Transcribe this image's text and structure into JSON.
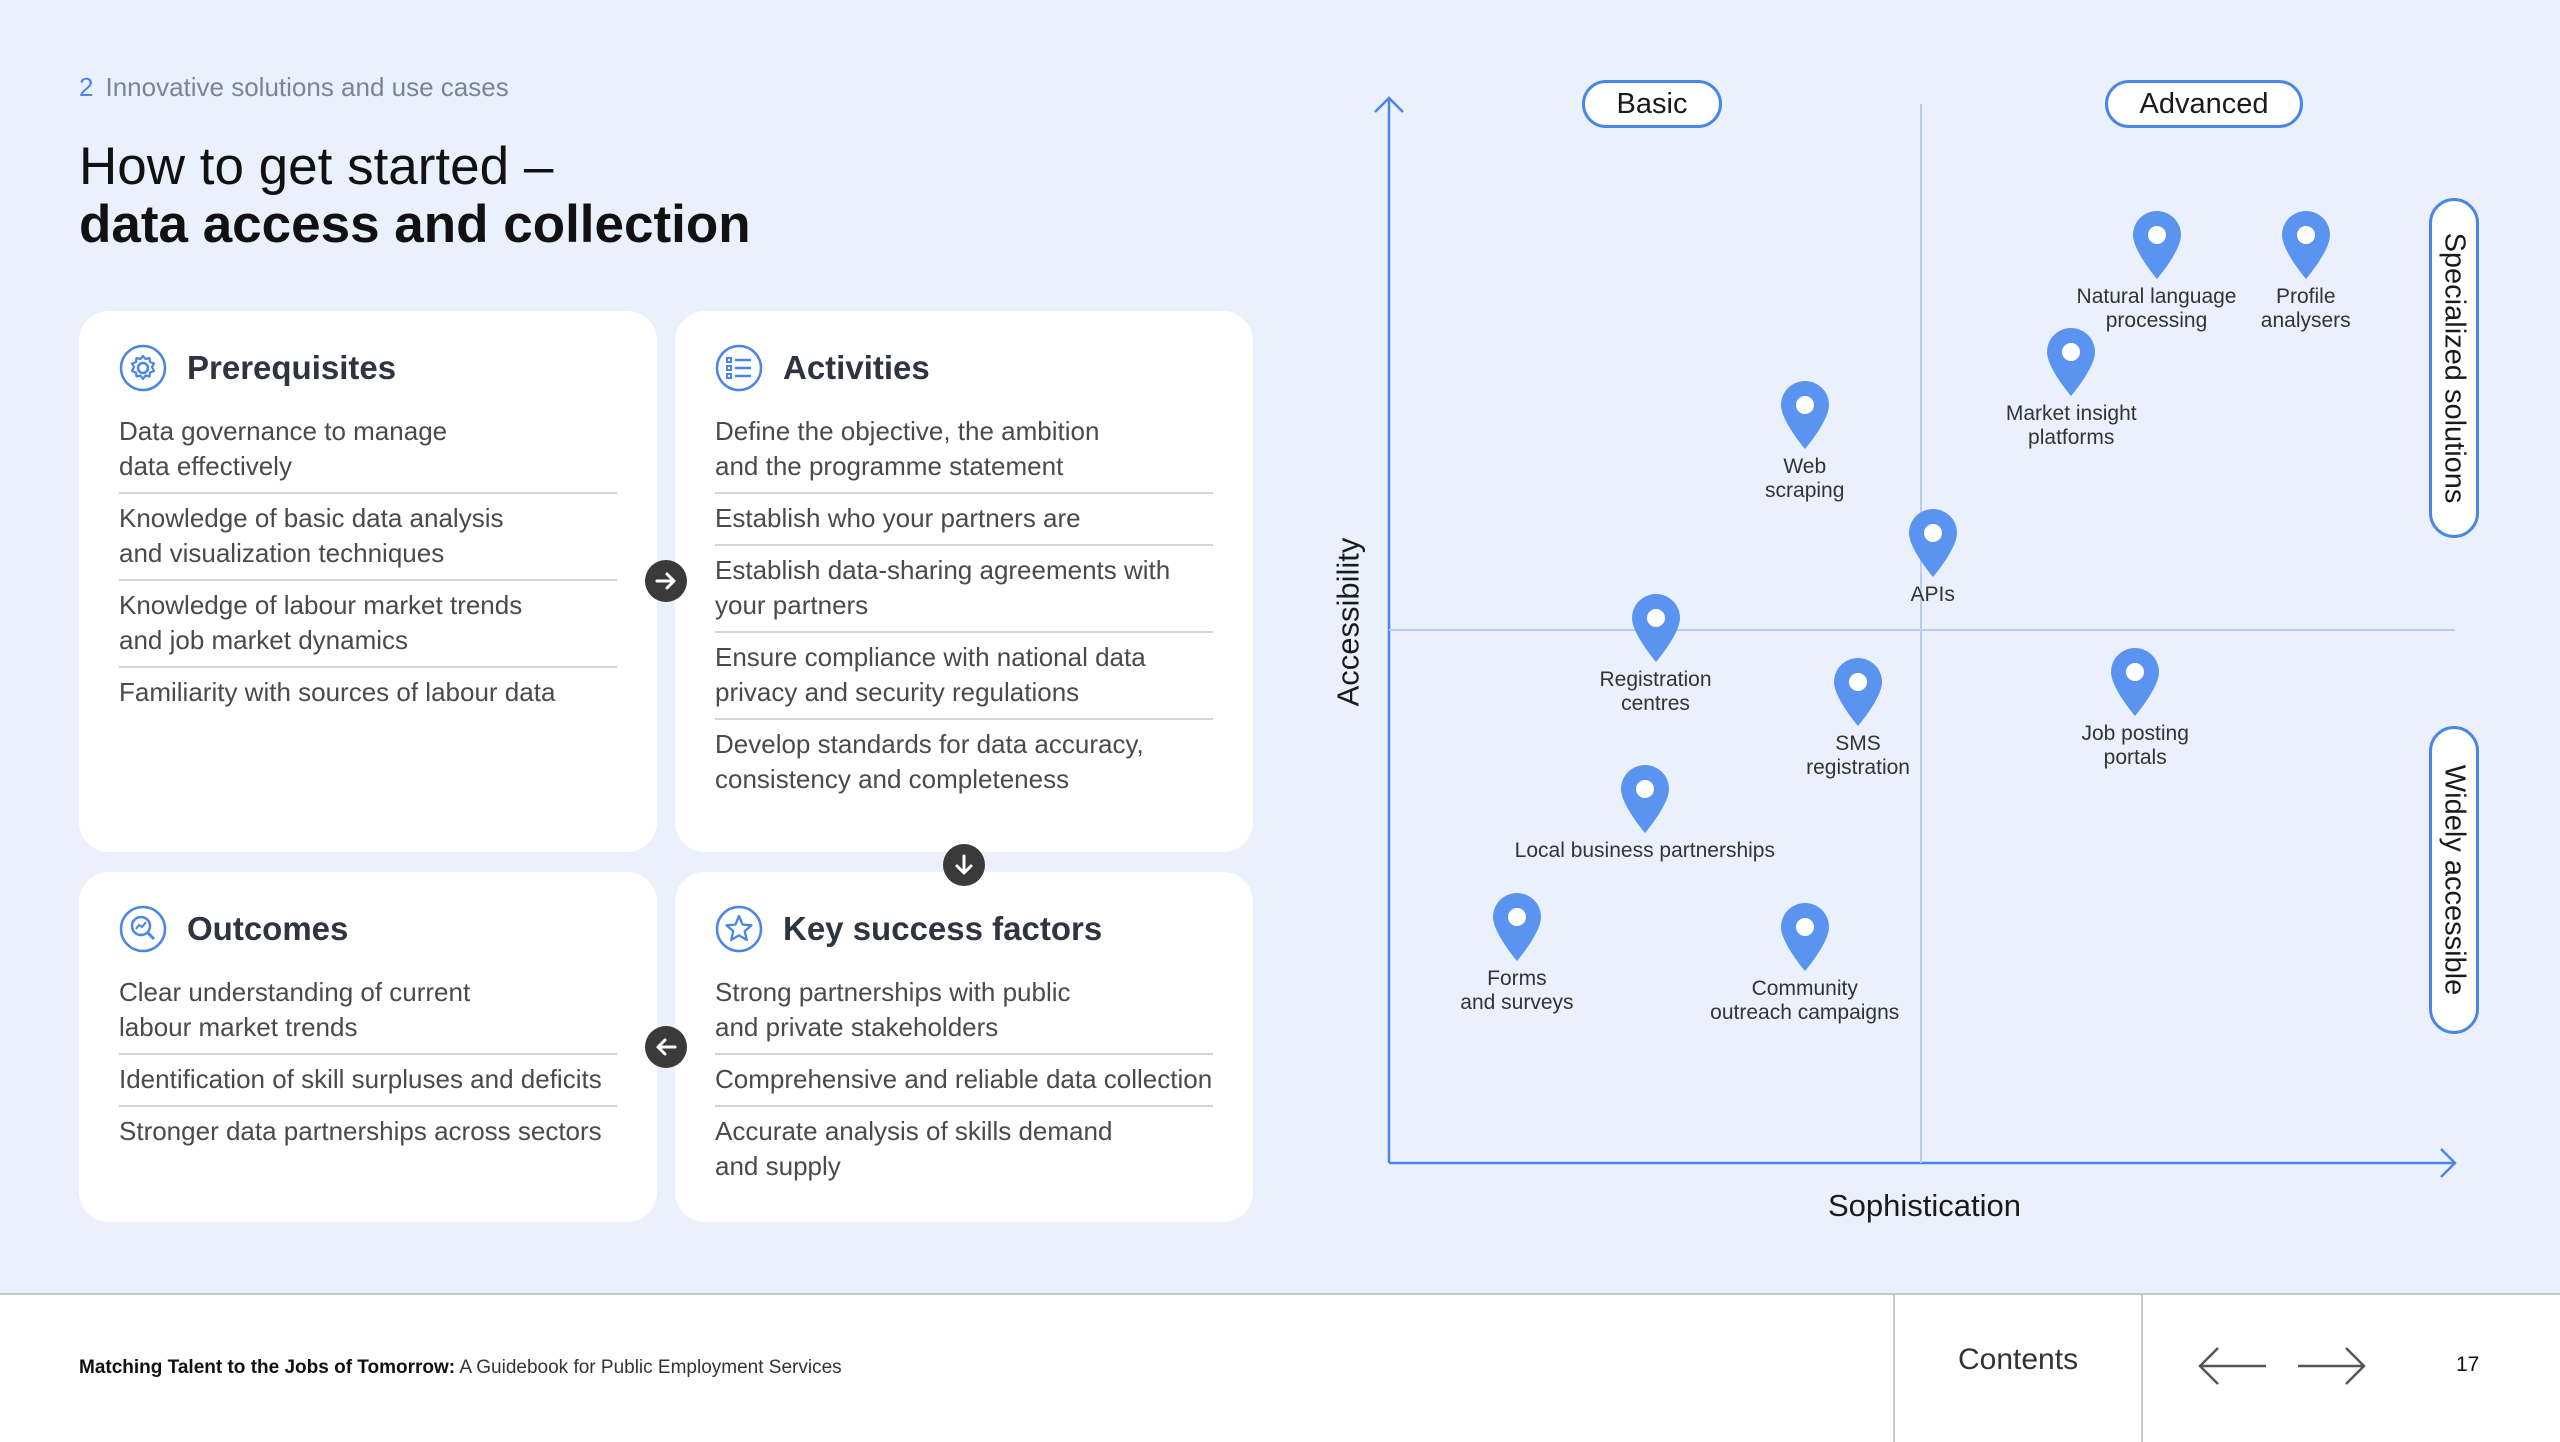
{
  "header": {
    "section_number": "2",
    "section_title": "Innovative solutions and use cases",
    "title_line1": "How to get started –",
    "title_line2": "data access and collection"
  },
  "cards": {
    "prerequisites": {
      "title": "Prerequisites",
      "icon": "gear-icon",
      "items": [
        "Data governance to manage\ndata effectively",
        "Knowledge of basic data analysis\nand visualization techniques",
        "Knowledge of labour market trends\nand job market dynamics",
        "Familiarity with sources of labour data"
      ]
    },
    "activities": {
      "title": "Activities",
      "icon": "checklist-icon",
      "items": [
        "Define the objective, the ambition\nand the programme statement",
        "Establish who your partners are",
        "Establish data-sharing agreements with\nyour partners",
        "Ensure compliance with national data\nprivacy and security regulations",
        "Develop standards for data accuracy,\nconsistency and completeness"
      ]
    },
    "outcomes": {
      "title": "Outcomes",
      "icon": "magnifier-chart-icon",
      "items": [
        "Clear understanding of current\nlabour market trends",
        "Identification of skill surpluses and deficits",
        "Stronger data partnerships across sectors"
      ]
    },
    "key_success_factors": {
      "title": "Key success factors",
      "icon": "star-icon",
      "items": [
        "Strong partnerships with public\nand private stakeholders",
        "Comprehensive and reliable data collection",
        "Accurate analysis of skills demand\nand supply"
      ]
    }
  },
  "colors": {
    "accent": "#4a86e8",
    "pin": "#5b93f0",
    "background": "#eaf1fd",
    "connector": "#3a3a3a"
  },
  "chart_data": {
    "type": "scatter",
    "xlabel": "Sophistication",
    "ylabel": "Accessibility",
    "x_categories": [
      "Basic",
      "Advanced"
    ],
    "y_categories": [
      "Specialized solutions",
      "Widely accessible"
    ],
    "xlim": [
      0,
      10
    ],
    "ylim": [
      0,
      10
    ],
    "quadrant_dividers": {
      "x": 5,
      "y": 5
    },
    "points": [
      {
        "label": "Natural language\nprocessing",
        "x": 7.2,
        "y": 8.3
      },
      {
        "label": "Profile\nanalysers",
        "x": 8.6,
        "y": 8.3
      },
      {
        "label": "Market insight\nplatforms",
        "x": 6.4,
        "y": 7.2
      },
      {
        "label": "Web\nscraping",
        "x": 3.9,
        "y": 6.7
      },
      {
        "label": "APIs",
        "x": 5.1,
        "y": 5.5
      },
      {
        "label": "Registration\ncentres",
        "x": 2.5,
        "y": 4.7
      },
      {
        "label": "SMS\nregistration",
        "x": 4.4,
        "y": 4.1
      },
      {
        "label": "Job posting\nportals",
        "x": 7.0,
        "y": 4.2
      },
      {
        "label": "Local business partnerships",
        "x": 2.4,
        "y": 3.1
      },
      {
        "label": "Forms\nand surveys",
        "x": 1.2,
        "y": 1.9
      },
      {
        "label": "Community\noutreach campaigns",
        "x": 3.9,
        "y": 1.8
      }
    ]
  },
  "footer": {
    "doc_title_bold": "Matching Talent to the Jobs of Tomorrow:",
    "doc_title_rest": " A Guidebook for Public Employment Services",
    "contents_label": "Contents",
    "page_number": "17"
  }
}
